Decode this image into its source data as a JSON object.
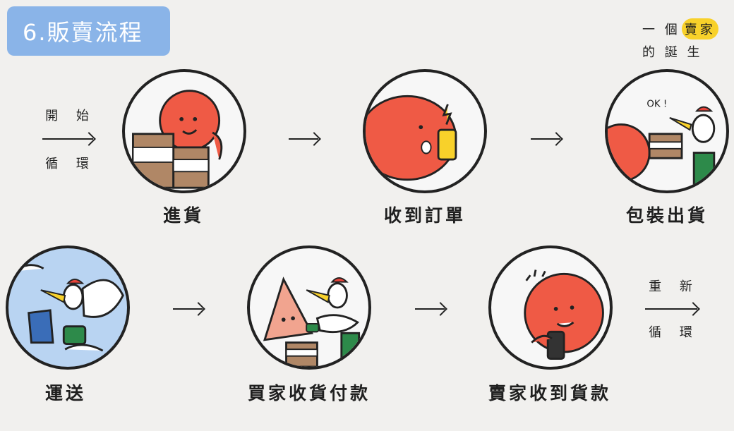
{
  "title": "6.販賣流程",
  "corner_tag": {
    "line1_prefix": "一 個",
    "line1_highlight": "賣家",
    "line2": "的 誕 生"
  },
  "start": {
    "top": "開 始",
    "bottom": "循 環"
  },
  "restart": {
    "top": "重 新",
    "bottom": "循 環"
  },
  "steps": [
    {
      "label": "進貨"
    },
    {
      "label": "收到訂單"
    },
    {
      "label": "包裝出貨",
      "speech": "OK !"
    },
    {
      "label": "運送"
    },
    {
      "label": "買家收貨付款"
    },
    {
      "label": "賣家收到貨款"
    }
  ],
  "colors": {
    "title_bg": "#8ab4e8",
    "highlight": "#f8d12a",
    "character_red": "#ef5a45",
    "box_brown": "#b08766",
    "bird_green": "#2d8a4a",
    "sky_blue": "#b9d4f2"
  }
}
